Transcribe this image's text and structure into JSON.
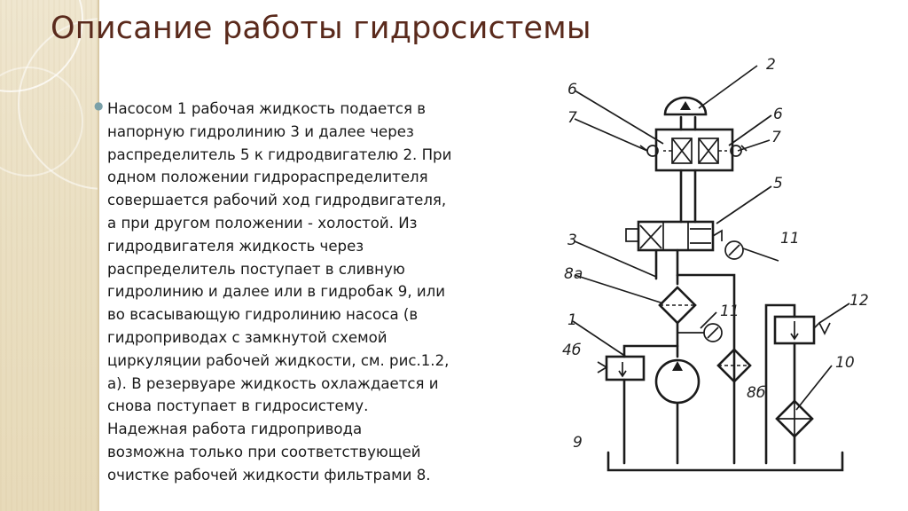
{
  "slide": {
    "title": "Описание работы гидросистемы",
    "body": "Насосом 1 рабочая жидкость подается в\nнапорную гидролинию 3 и далее через\nраспределитель 5 к гидродвигателю 2. При\nодном положении гидрораспределителя\nсовершается рабочий ход гидродвигателя,\nа при другом положении - холостой. Из\nгидродвигателя жидкость через\nраспределитель поступает в сливную\nгидролинию и далее или в гидробак 9, или\nво всасывающую гидролинию насоса (в\nгидроприводах с замкнутой схемой\nциркуляции рабочей жидкости, см. рис.1.2,\nа). В резервуаре жидкость охлаждается и\nснова поступает в гидросистему.\nНадежная работа гидропривода\nвозможна только при соответствующей\nочистке рабочей жидкости фильтрами 8."
  },
  "diagram": {
    "labels": {
      "l2": "2",
      "l6_left": "6",
      "l6_right": "6",
      "l7_left": "7",
      "l7_right": "7",
      "l5": "5",
      "l3": "3",
      "l11_top": "11",
      "l8a": "8а",
      "l11_mid": "11",
      "l12": "12",
      "l1": "1",
      "l4b": "4б",
      "l8b": "8б",
      "l10": "10",
      "l9": "9"
    }
  }
}
